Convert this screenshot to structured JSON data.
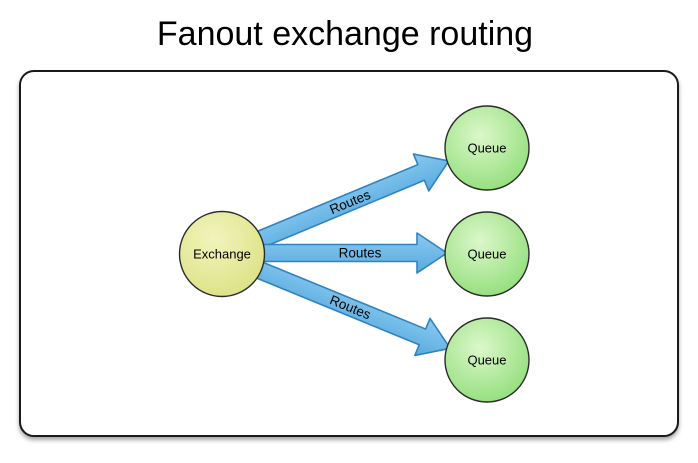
{
  "title": "Fanout exchange routing",
  "diagram": {
    "exchange": {
      "label": "Exchange"
    },
    "queues": [
      {
        "label": "Queue"
      },
      {
        "label": "Queue"
      },
      {
        "label": "Queue"
      }
    ],
    "edges": [
      {
        "label": "Routes"
      },
      {
        "label": "Routes"
      },
      {
        "label": "Routes"
      }
    ]
  },
  "colors": {
    "background": "#FFFFFF",
    "text": "#000000",
    "frame_stroke": "#1A1A1A",
    "node_stroke": "#2B2B2B",
    "exchange_fill_light": "#F1F4BC",
    "exchange_fill_dark": "#D8DF7C",
    "queue_fill_light": "#DCF7CA",
    "queue_fill_dark": "#82D96A",
    "arrow_fill_light": "#8ACAF0",
    "arrow_fill_dark": "#58AADF",
    "arrow_stroke": "#2F83C0"
  }
}
